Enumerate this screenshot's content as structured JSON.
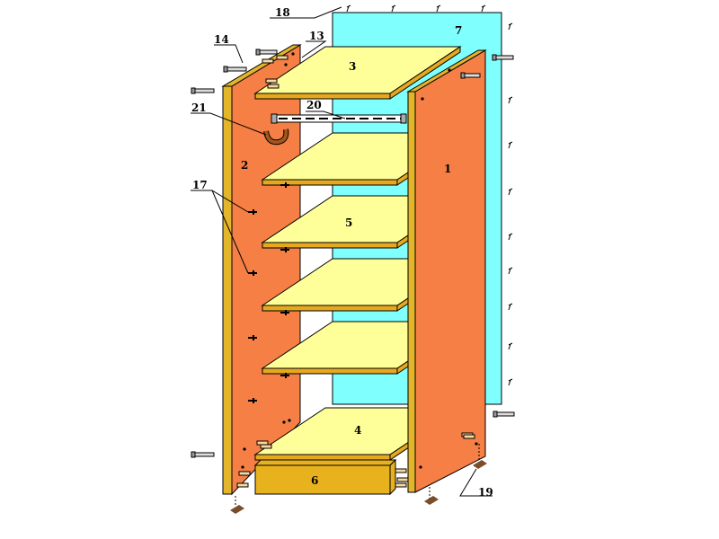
{
  "colors": {
    "side_panel": "#F57F45",
    "side_panel_dark": "#C9642F",
    "edge": "#E2B52A",
    "shelf_top": "#FFFF99",
    "shelf_edge": "#E5A81F",
    "back_panel": "#80FFFF",
    "drawer": "#E8B21E",
    "foot": "#7A4E2A",
    "line": "#000000"
  },
  "labels": {
    "p1": "1",
    "p2": "2",
    "p3": "3",
    "p4": "4",
    "p5": "5",
    "p6": "6",
    "p7": "7",
    "p13": "13",
    "p14": "14",
    "p17": "17",
    "p18": "18",
    "p19": "19",
    "p20": "20",
    "p21": "21"
  }
}
